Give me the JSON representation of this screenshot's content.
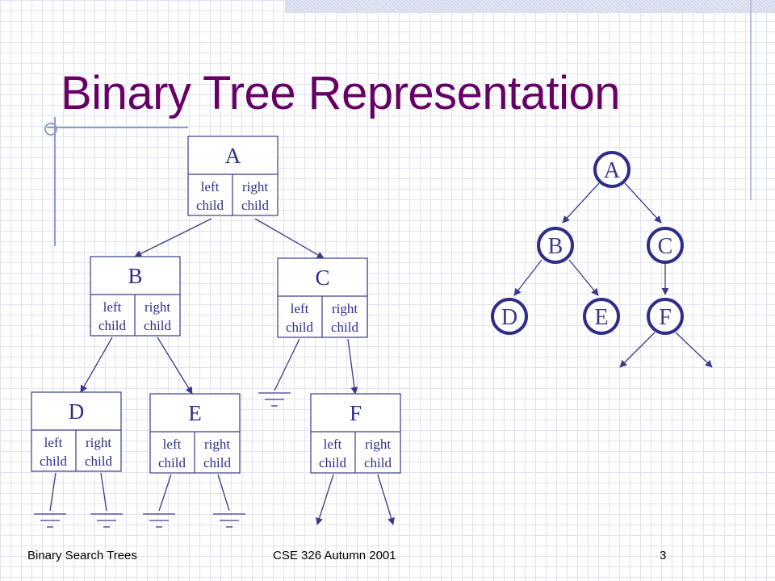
{
  "title": "Binary Tree Representation",
  "footer": {
    "left": "Binary Search Trees",
    "center": "CSE 326 Autumn 2001",
    "page": "3"
  },
  "cell_left": [
    "left",
    "child"
  ],
  "cell_right": [
    "right",
    "child"
  ],
  "nodes": [
    "A",
    "B",
    "C",
    "D",
    "E",
    "F"
  ],
  "colors": {
    "title": "#660066",
    "circle_border": "#2e2e8a",
    "circle_text": "#3a3a8c",
    "arrow": "#3a3a8c",
    "box_line": "#3a3a8c"
  }
}
